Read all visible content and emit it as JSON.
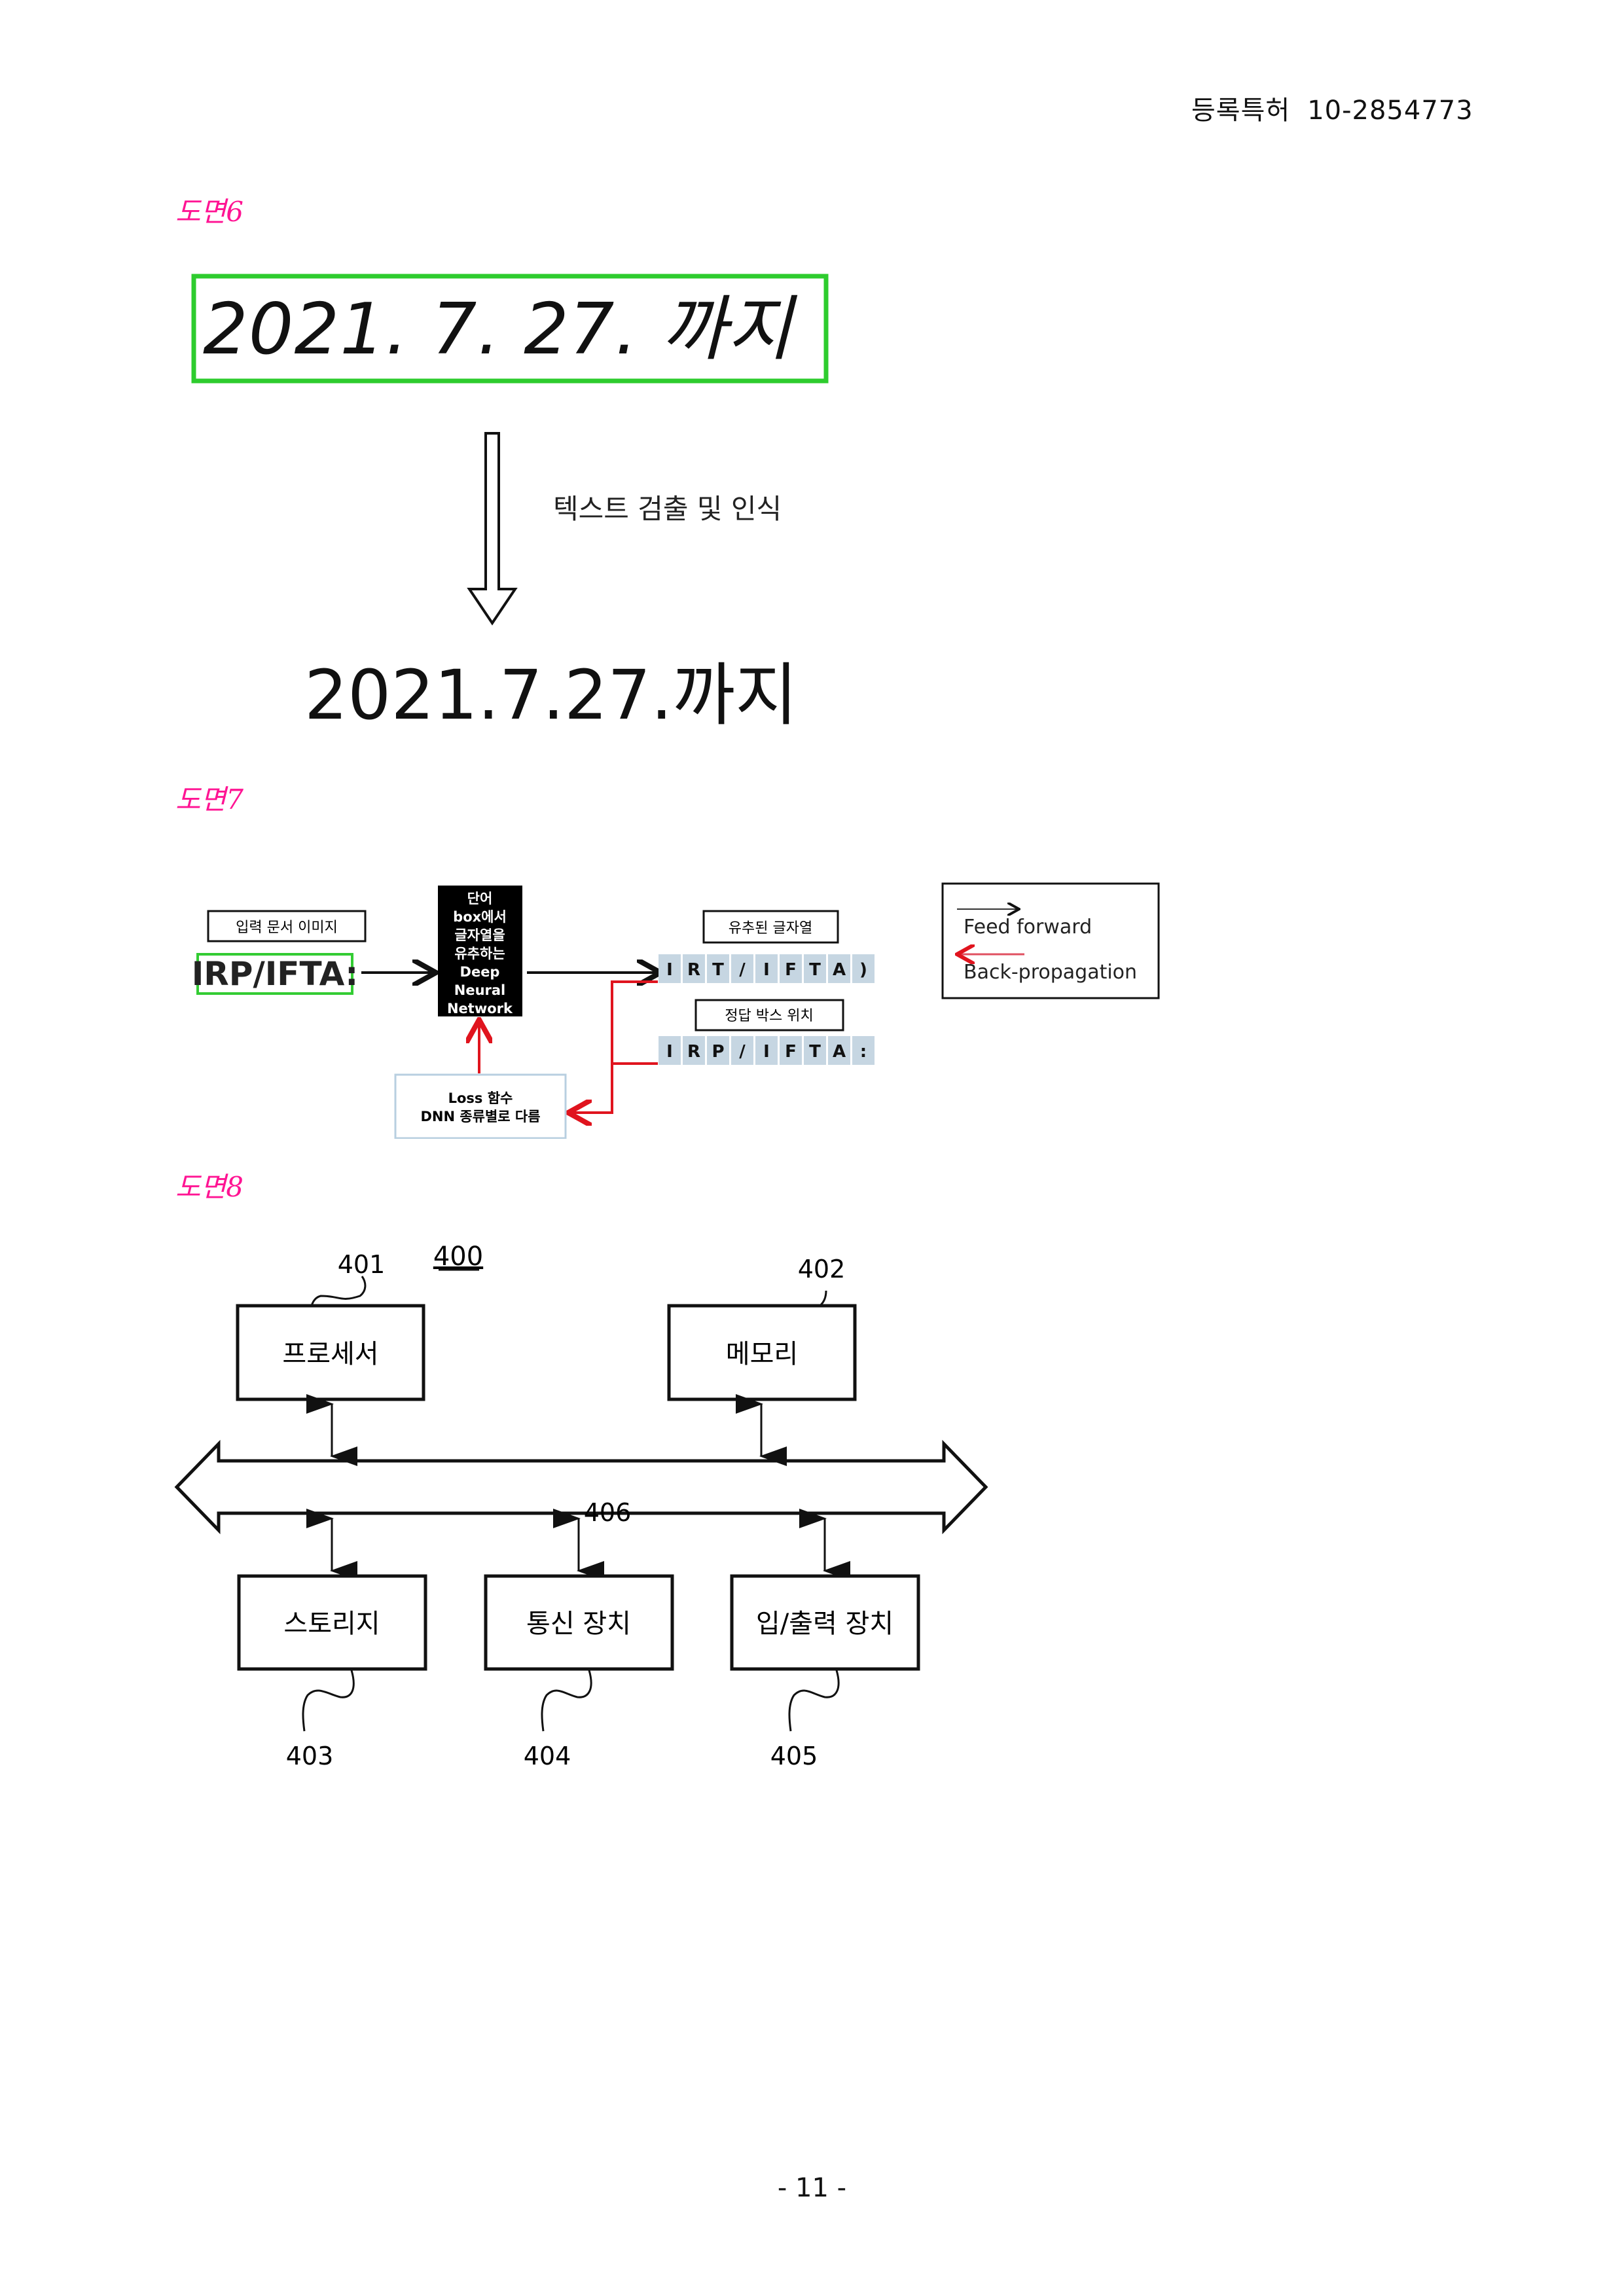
{
  "header": {
    "doc_type": "등록특허",
    "patent_number": "10-2854773"
  },
  "figures": {
    "fig6": {
      "label": "도면6",
      "handwritten_text": "2021. 7. 27. 까지",
      "step_label": "텍스트 검출 및 인식",
      "recognized_text": "2021.7.27.까지",
      "box_color": "#2ecc2e"
    },
    "fig7": {
      "label": "도면7",
      "input_caption": "입력 문서 이미지",
      "input_sample": "IRP/IFTA:",
      "dnn_lines": [
        "단어",
        "box에서",
        "글자열을",
        "유추하는",
        "Deep",
        "Neural",
        "Network"
      ],
      "predicted_caption": "유추된 글자열",
      "predicted_chars": [
        "I",
        "R",
        "T",
        "/",
        "I",
        "F",
        "T",
        "A",
        ")"
      ],
      "truth_caption": "정답 박스 위치",
      "truth_chars": [
        "I",
        "R",
        "P",
        "/",
        "I",
        "F",
        "T",
        "A",
        ":"
      ],
      "loss_lines": [
        "Loss 함수",
        "DNN 종류별로 다름"
      ],
      "legend": {
        "forward": "Feed forward",
        "backward": "Back-propagation"
      },
      "colors": {
        "forward": "#111111",
        "backward": "#e0141e",
        "char_cell": "#c6d6e2",
        "input_box": "#33cc33"
      }
    },
    "fig8": {
      "label": "도면8",
      "system_ref": "400",
      "bus_ref": "406",
      "blocks": [
        {
          "ref": "401",
          "name": "프로세서"
        },
        {
          "ref": "402",
          "name": "메모리"
        },
        {
          "ref": "403",
          "name": "스토리지"
        },
        {
          "ref": "404",
          "name": "통신 장치"
        },
        {
          "ref": "405",
          "name": "입/출력 장치"
        }
      ]
    }
  },
  "footer": {
    "page": "- 11 -"
  }
}
